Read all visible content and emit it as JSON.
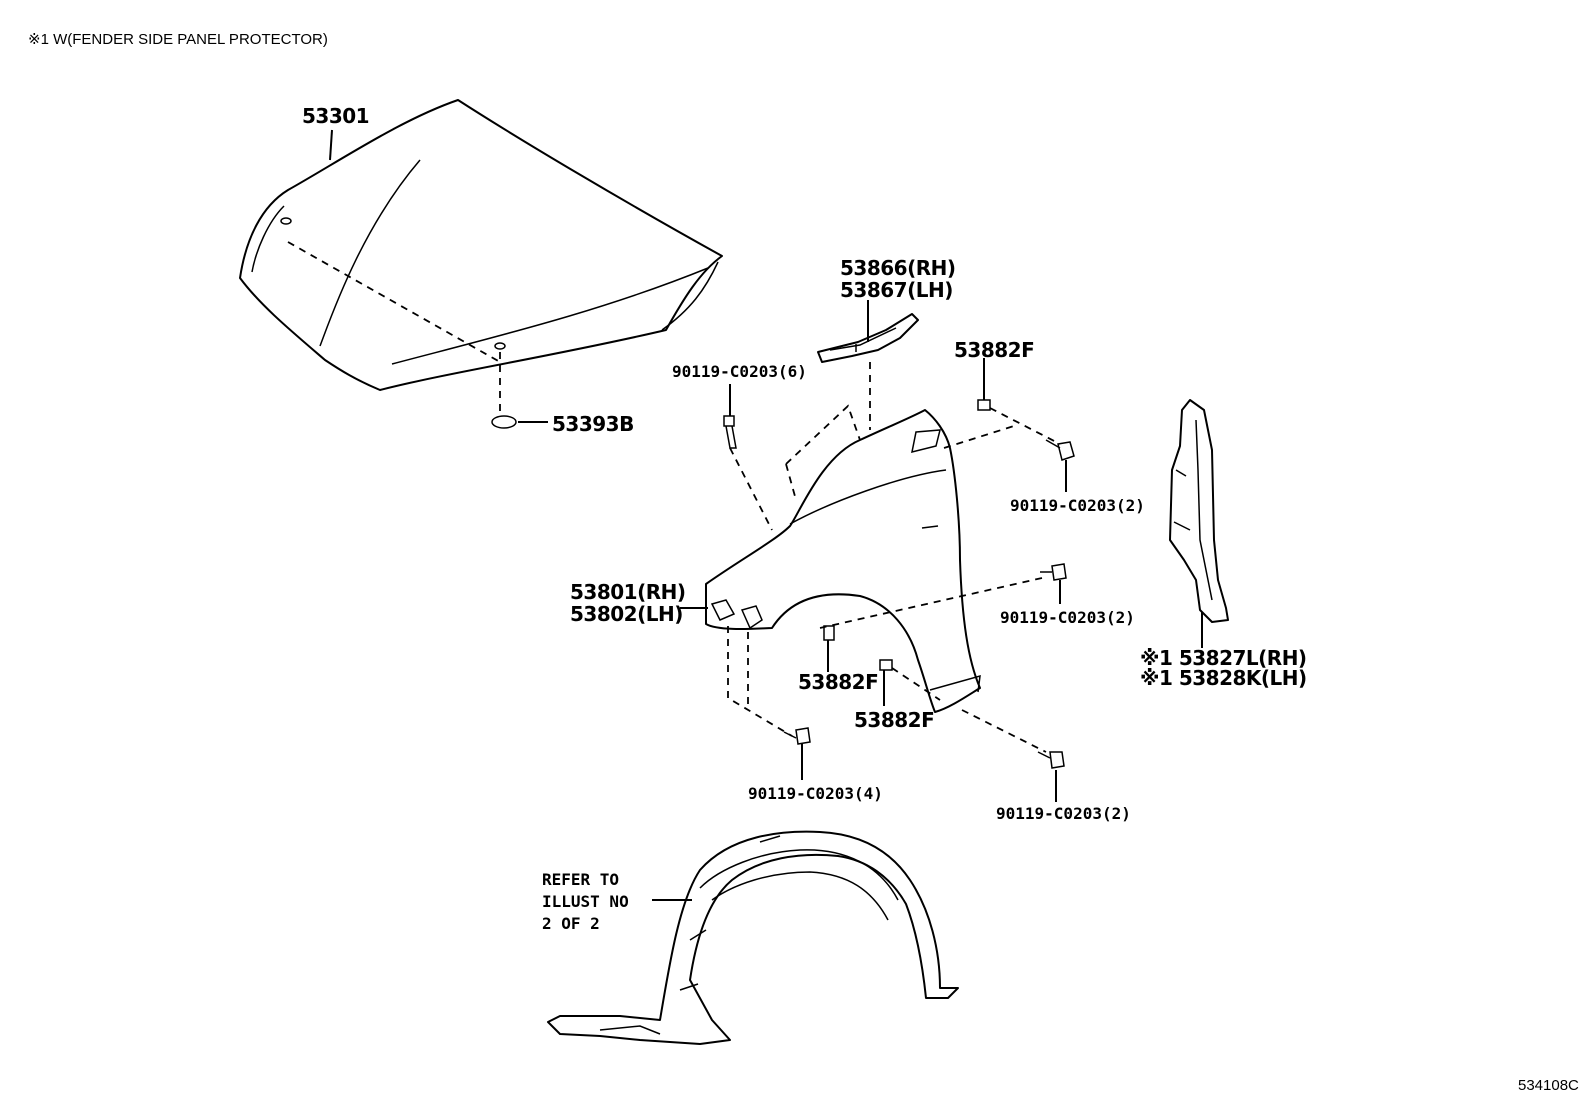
{
  "header_note": "※1 W(FENDER SIDE PANEL PROTECTOR)",
  "footer_code": "534108C",
  "callouts": {
    "hood": "53301",
    "hood_grommet": "53393B",
    "fender_seal_rh": "53866(RH)",
    "fender_seal_lh": "53867(LH)",
    "bolt_top_left": "90119-C0203(6)",
    "clip_top": "53882F",
    "bolt_top_right": "90119-C0203(2)",
    "fender_rh": "53801(RH)",
    "fender_lh": "53802(LH)",
    "bolt_mid_right": "90119-C0203(2)",
    "clip_mid": "53882F",
    "clip_bottom": "53882F",
    "bolt_bottom_left": "90119-C0203(4)",
    "bolt_bottom_right": "90119-C0203(2)",
    "protector_rh": "※1 53827L(RH)",
    "protector_lh": "※1 53828K(LH)",
    "refer_line1": "REFER TO",
    "refer_line2": "ILLUST NO",
    "refer_line3": "2 OF 2"
  }
}
